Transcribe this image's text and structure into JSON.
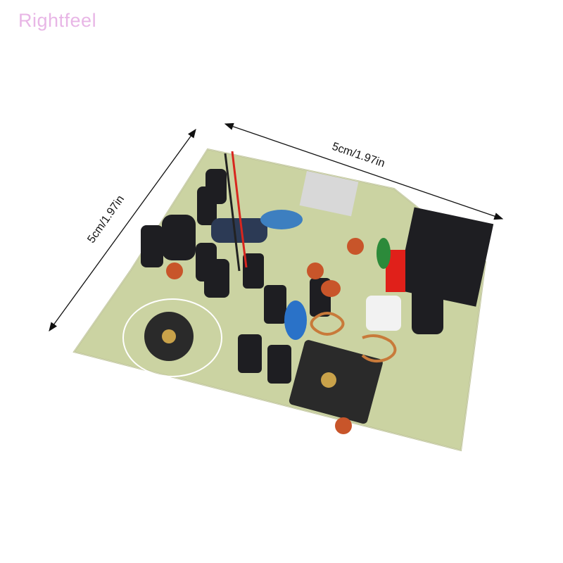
{
  "watermark": "Rightfeel",
  "dimensions": {
    "width_label": "5cm/1.97in",
    "height_label": "5cm/1.97in"
  },
  "colors": {
    "watermark": "#e8b6e6",
    "board": "#c9d3a0",
    "component_dark": "#1e1e22"
  }
}
